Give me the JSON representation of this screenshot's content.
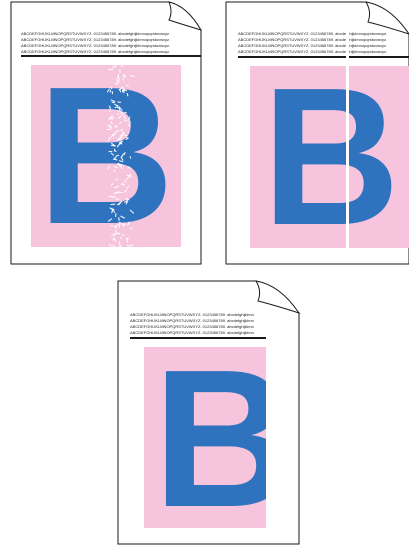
{
  "colors": {
    "pink": "#f6c4dc",
    "blue": "#2f73bf",
    "paper": "#ffffff",
    "outline": "#1a1a1a"
  },
  "sheets": [
    {
      "id": "top-left",
      "defect": "white-speckles",
      "letter": "B",
      "text_lines": [
        "ABCDEFGHIJKLMNOPQRSTUVWXYZ. 0123456789. abcdefghijklmnopqrstuvwxyz.",
        "ABCDEFGHIJKLMNOPQRSTUVWXYZ. 0123456789. abcdefghijklmnopqrstuvwxyz.",
        "ABCDEFGHIJKLMNOPQRSTUVWXYZ. 0123456789. abcdefghijklmnopqrstuvwxyz.",
        "ABCDEFGHIJKLMNOPQRSTUVWXYZ. 0123456789. abcdefghijklmnopqrstuvwxyz."
      ]
    },
    {
      "id": "top-right",
      "defect": "white-vertical-line",
      "letter": "B",
      "text_lines": [
        "ABCDEFGHIJKLMNOPQRSTUVWXYZ. 0123456789. abcdefghijklmnopqrstuvwxyz.",
        "ABCDEFGHIJKLMNOPQRSTUVWXYZ. 0123456789. abcdefghijklmnopqrstuvwxyz.",
        "ABCDEFGHIJKLMNOPQRSTUVWXYZ. 0123456789. abcdefghijklmnopqrstuvwxyz.",
        "ABCDEFGHIJKLMNOPQRSTUVWXYZ. 0123456789. abcdefghijklmnopqrstuvwxyz."
      ]
    },
    {
      "id": "bottom",
      "defect": "missing-right-edge",
      "letter": "B",
      "text_lines": [
        "ABCDEFGHIJKLMNOPQRSTUVWXYZ. 0123456789. abcdefghijklmn",
        "ABCDEFGHIJKLMNOPQRSTUVWXYZ. 0123456789. abcdefghijklmn",
        "ABCDEFGHIJKLMNOPQRSTUVWXYZ. 0123456789. abcdefghijklmn",
        "ABCDEFGHIJKLMNOPQRSTUVWXYZ. 0123456789. abcdefghijklmn"
      ]
    }
  ]
}
